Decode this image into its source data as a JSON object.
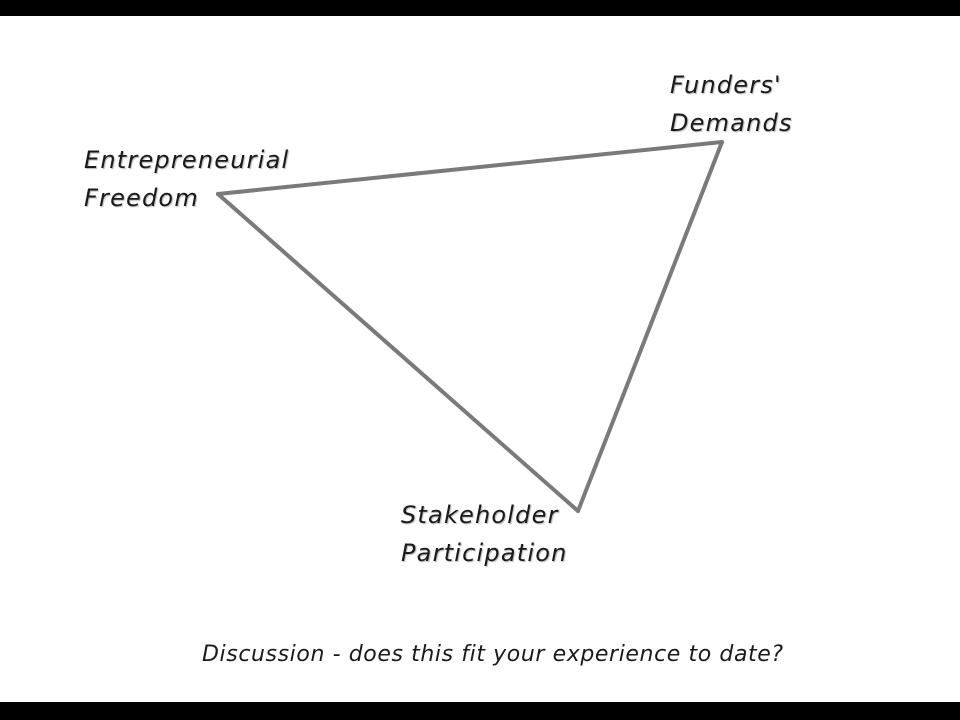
{
  "colors": {
    "background": "#ffffff",
    "frame": "#000000",
    "edge": "#7a7a7a",
    "text": "#1a1a1a"
  },
  "nodes": {
    "entrepreneurial_freedom": {
      "line1": "Entrepreneurial",
      "line2": "Freedom"
    },
    "funders_demands": {
      "line1": "Funders'",
      "line2": "Demands"
    },
    "stakeholder_participation": {
      "line1": "Stakeholder",
      "line2": "Participation"
    }
  },
  "edges": [
    {
      "from": "entrepreneurial_freedom",
      "to": "funders_demands"
    },
    {
      "from": "funders_demands",
      "to": "stakeholder_participation"
    },
    {
      "from": "stakeholder_participation",
      "to": "entrepreneurial_freedom"
    }
  ],
  "caption": "Discussion - does this fit your experience to date?"
}
